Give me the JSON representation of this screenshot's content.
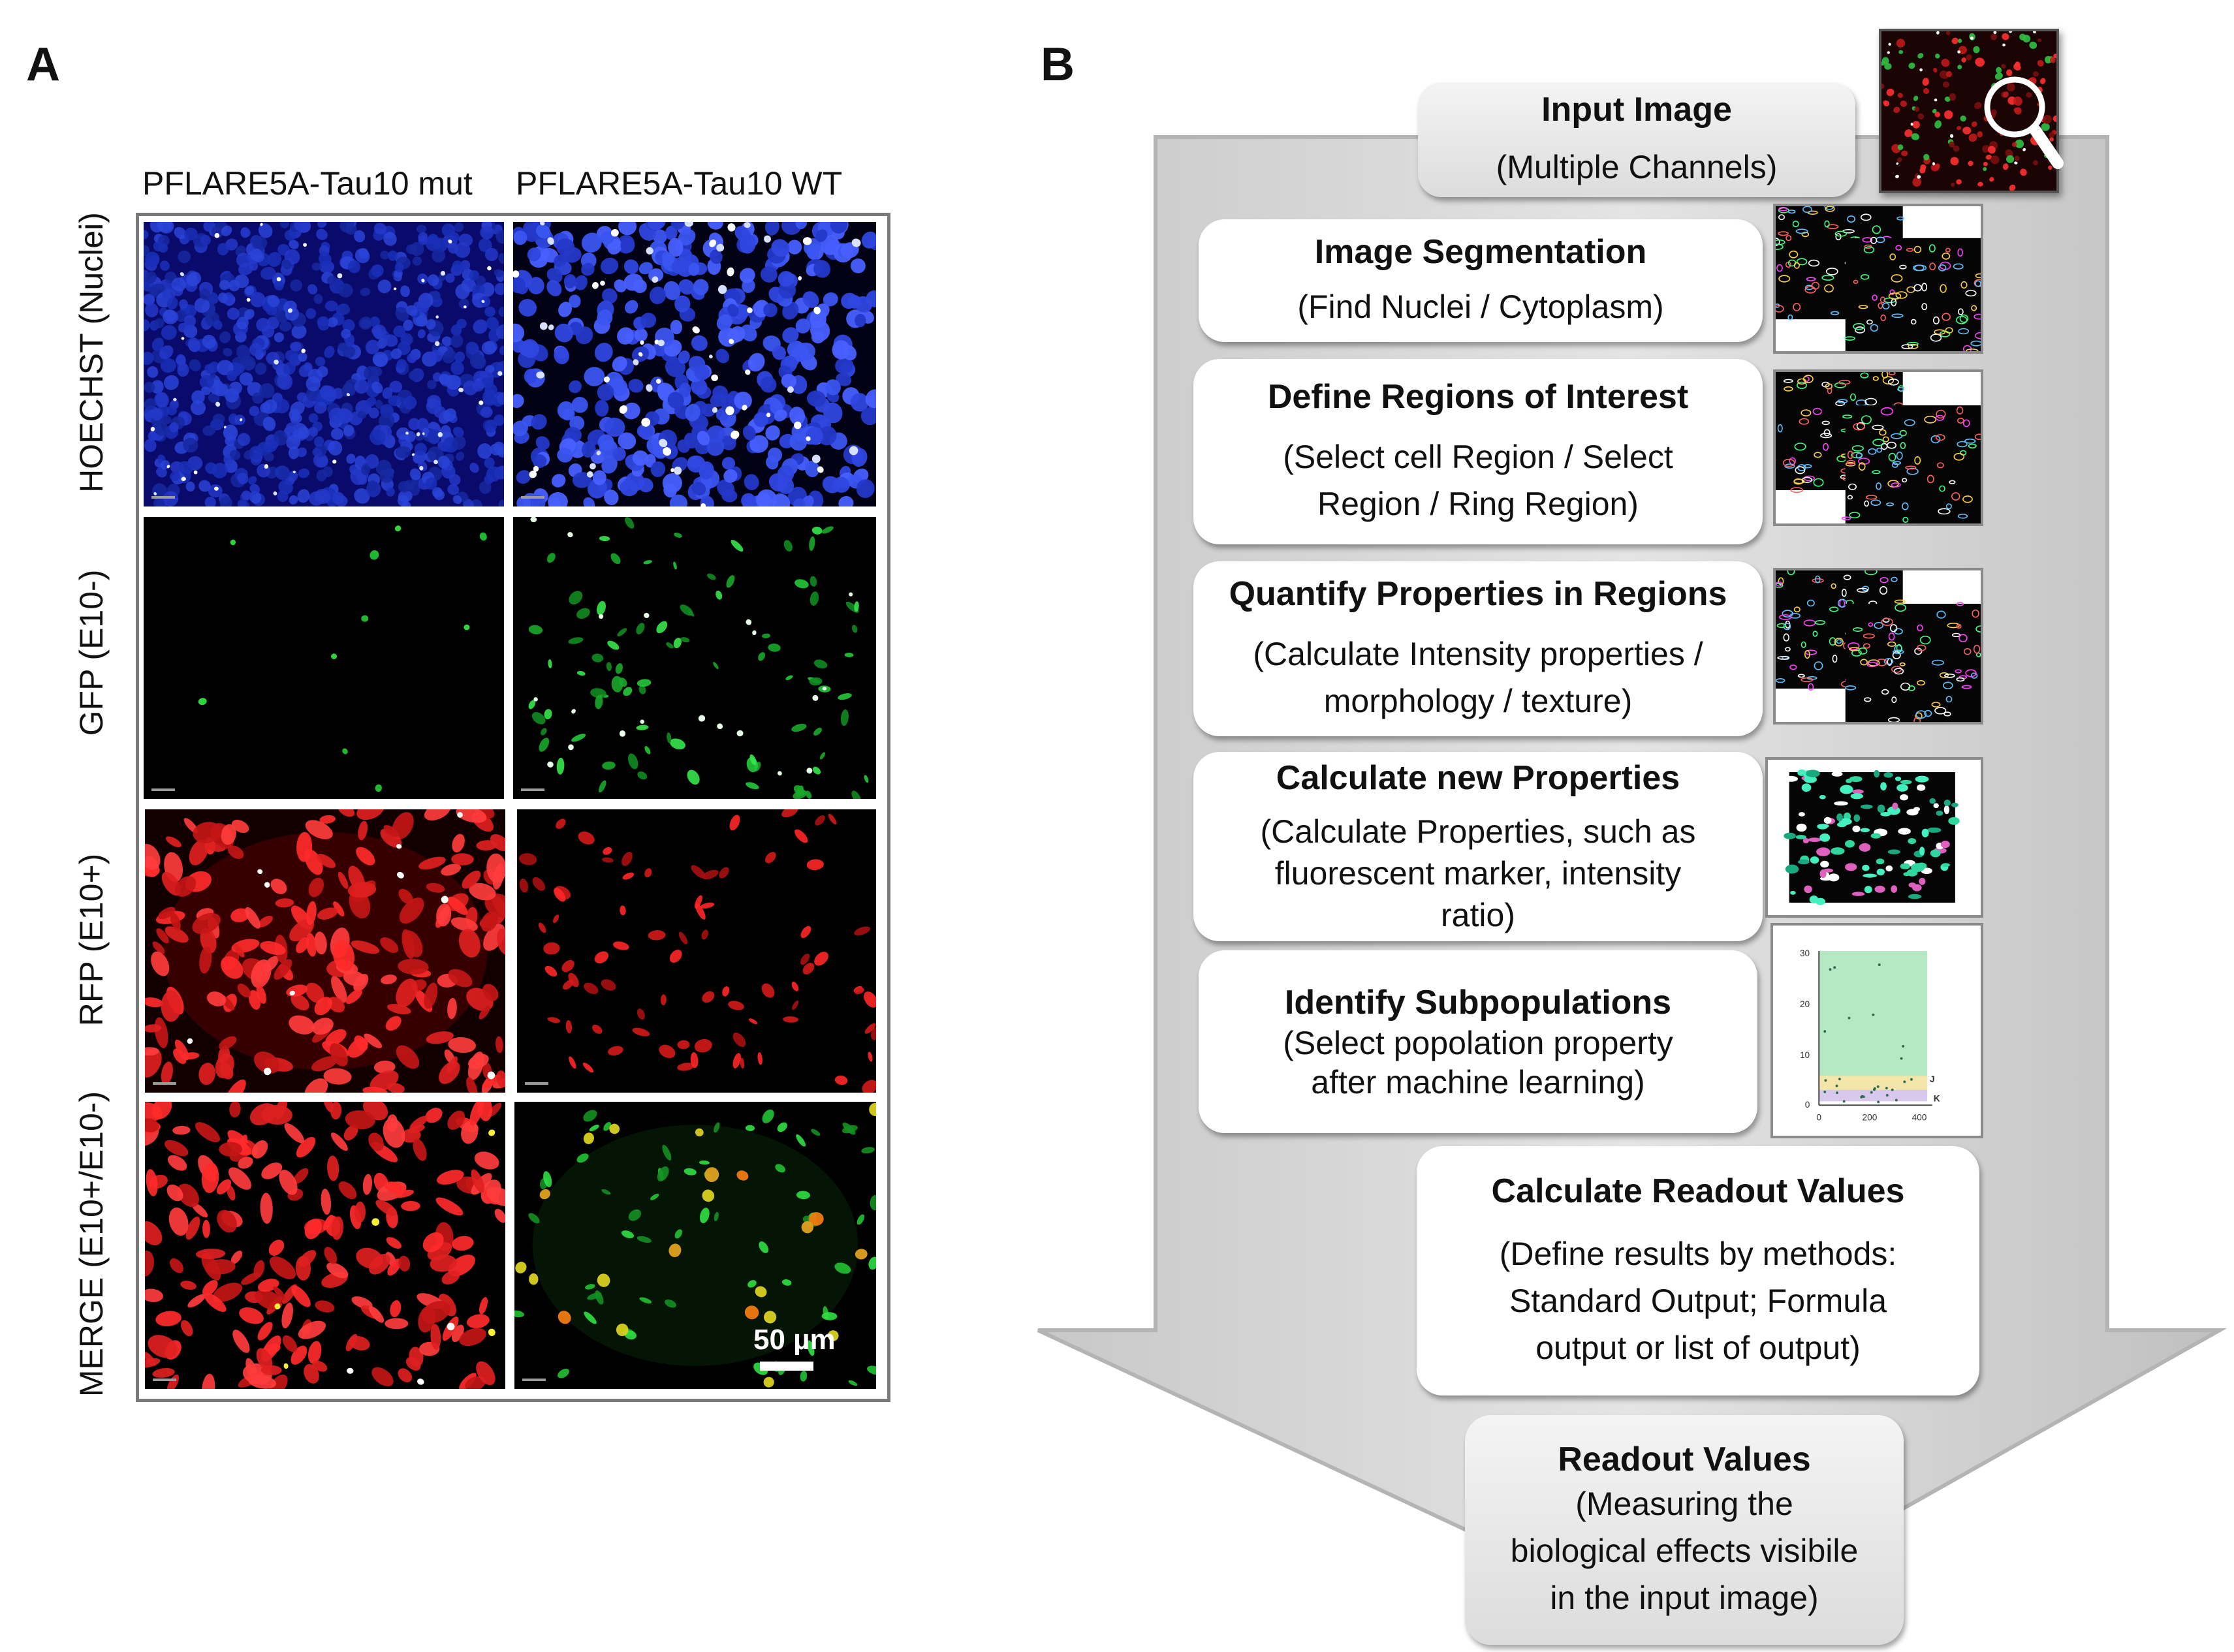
{
  "panel_a": {
    "letter": "A",
    "columns": [
      "PFLARE5A-Tau10 mut",
      "PFLARE5A-Tau10 WT"
    ],
    "rows": [
      "HOECHST (Nuclei)",
      "GFP (E10-)",
      "RFP (E10+)",
      "MERGE (E10+/E10-)"
    ],
    "scale_bar": "50 µm"
  },
  "panel_b": {
    "letter": "B",
    "input": {
      "title": "Input Image",
      "desc": "(Multiple Channels)"
    },
    "steps": [
      {
        "title": "Image Segmentation",
        "desc": [
          "(Find Nuclei / Cytoplasm)"
        ]
      },
      {
        "title": "Define Regions of Interest",
        "desc": [
          "(Select cell Region / Select",
          "Region / Ring Region)"
        ]
      },
      {
        "title": "Quantify Properties in Regions",
        "desc": [
          "(Calculate Intensity properties /",
          "morphology / texture)"
        ]
      },
      {
        "title": "Calculate new Properties",
        "desc": [
          "(Calculate Properties, such as",
          "fluorescent marker, intensity",
          "ratio)"
        ]
      },
      {
        "title": "Identify Subpopulations",
        "desc": [
          "(Select popolation property",
          "after machine learning)"
        ]
      }
    ],
    "readout_calc": {
      "title": "Calculate Readout Values",
      "desc": [
        "(Define results by methods:",
        "Standard Output; Formula",
        "output or list of output)"
      ]
    },
    "readout": {
      "title": "Readout Values",
      "desc": [
        "(Measuring the",
        "biological effects visibile",
        "in the input image)"
      ]
    },
    "scatter_thumb": {
      "y_ticks": [
        "30",
        "20",
        "10",
        "0"
      ],
      "x_ticks": [
        "0",
        "200",
        "400"
      ],
      "gate_labels": [
        "J",
        "K"
      ]
    }
  }
}
